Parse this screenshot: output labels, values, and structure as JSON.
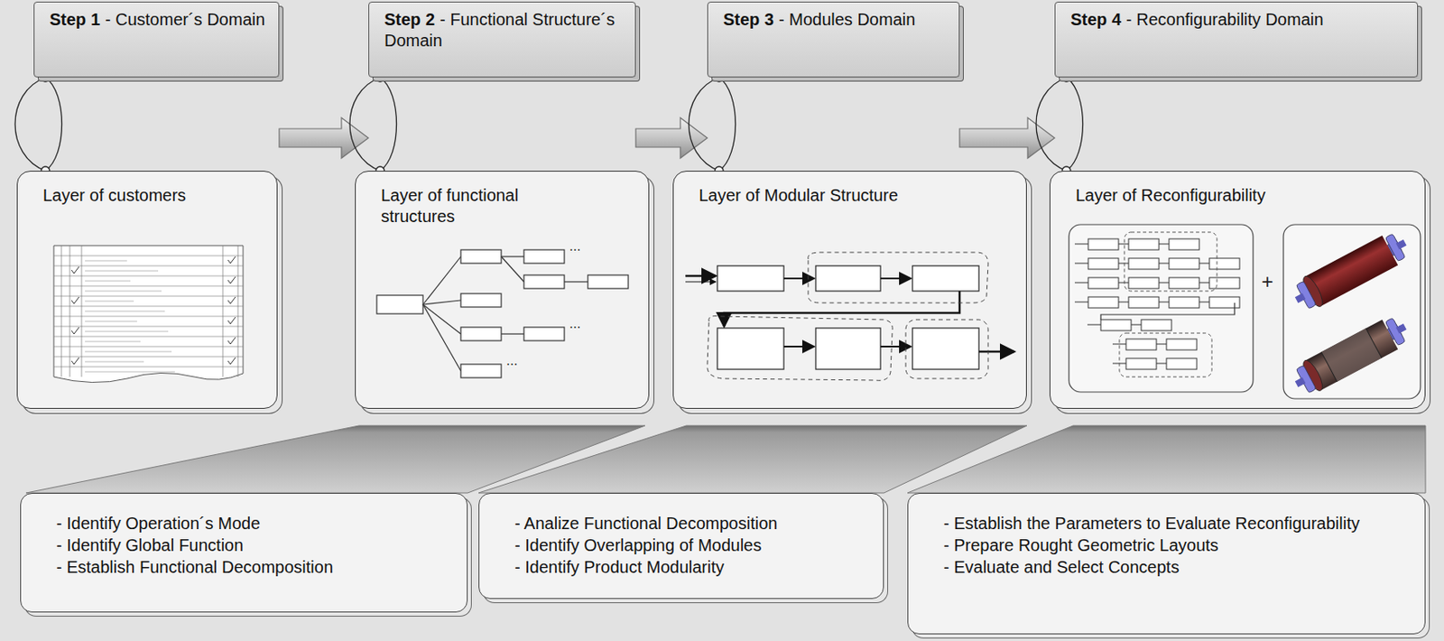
{
  "diagram": {
    "nodes": [
      {
        "text": [
          "Step 1",
          "- Customer´s Domain"
        ]
      },
      {
        "text": [
          "Step 2",
          "- Functional Structure´s Domain"
        ]
      },
      {
        "text": [
          "Step 3",
          "- Modules Domain"
        ]
      },
      {
        "text": [
          "Step 4",
          "- Reconfigurability Domain"
        ]
      },
      {
        "text": [
          "Layer of customers"
        ]
      },
      {
        "text": [
          "Layer of functional structures"
        ]
      },
      {
        "text": [
          "Layer of Modular Structure"
        ]
      },
      {
        "text": [
          "Layer of Reconfigurability"
        ]
      },
      {
        "text": [
          "- Identify Operation´s Mode",
          "- Identify Global Function",
          "- Establish Functional Decomposition"
        ]
      },
      {
        "text": [
          "- Analize Functional Decomposition",
          "- Identify Overlapping of Modules",
          "- Identify Product Modularity"
        ]
      },
      {
        "text": [
          "- Establish the Parameters to Evaluate Reconfigurability",
          "- Prepare Rought Geometric Layouts",
          "- Evaluate and Select Concepts"
        ]
      }
    ],
    "edges": [
      {
        "from": 0,
        "to": 1,
        "arrow": "to"
      },
      {
        "from": 1,
        "to": 2,
        "arrow": "to"
      },
      {
        "from": 2,
        "to": 3,
        "arrow": "to"
      },
      {
        "from": 0,
        "to": 4,
        "arrow": "none"
      },
      {
        "from": 1,
        "to": 5,
        "arrow": "none"
      },
      {
        "from": 2,
        "to": 6,
        "arrow": "none"
      },
      {
        "from": 3,
        "to": 7,
        "arrow": "none"
      }
    ],
    "labels": [
      "...",
      "...",
      "...",
      "+"
    ]
  }
}
